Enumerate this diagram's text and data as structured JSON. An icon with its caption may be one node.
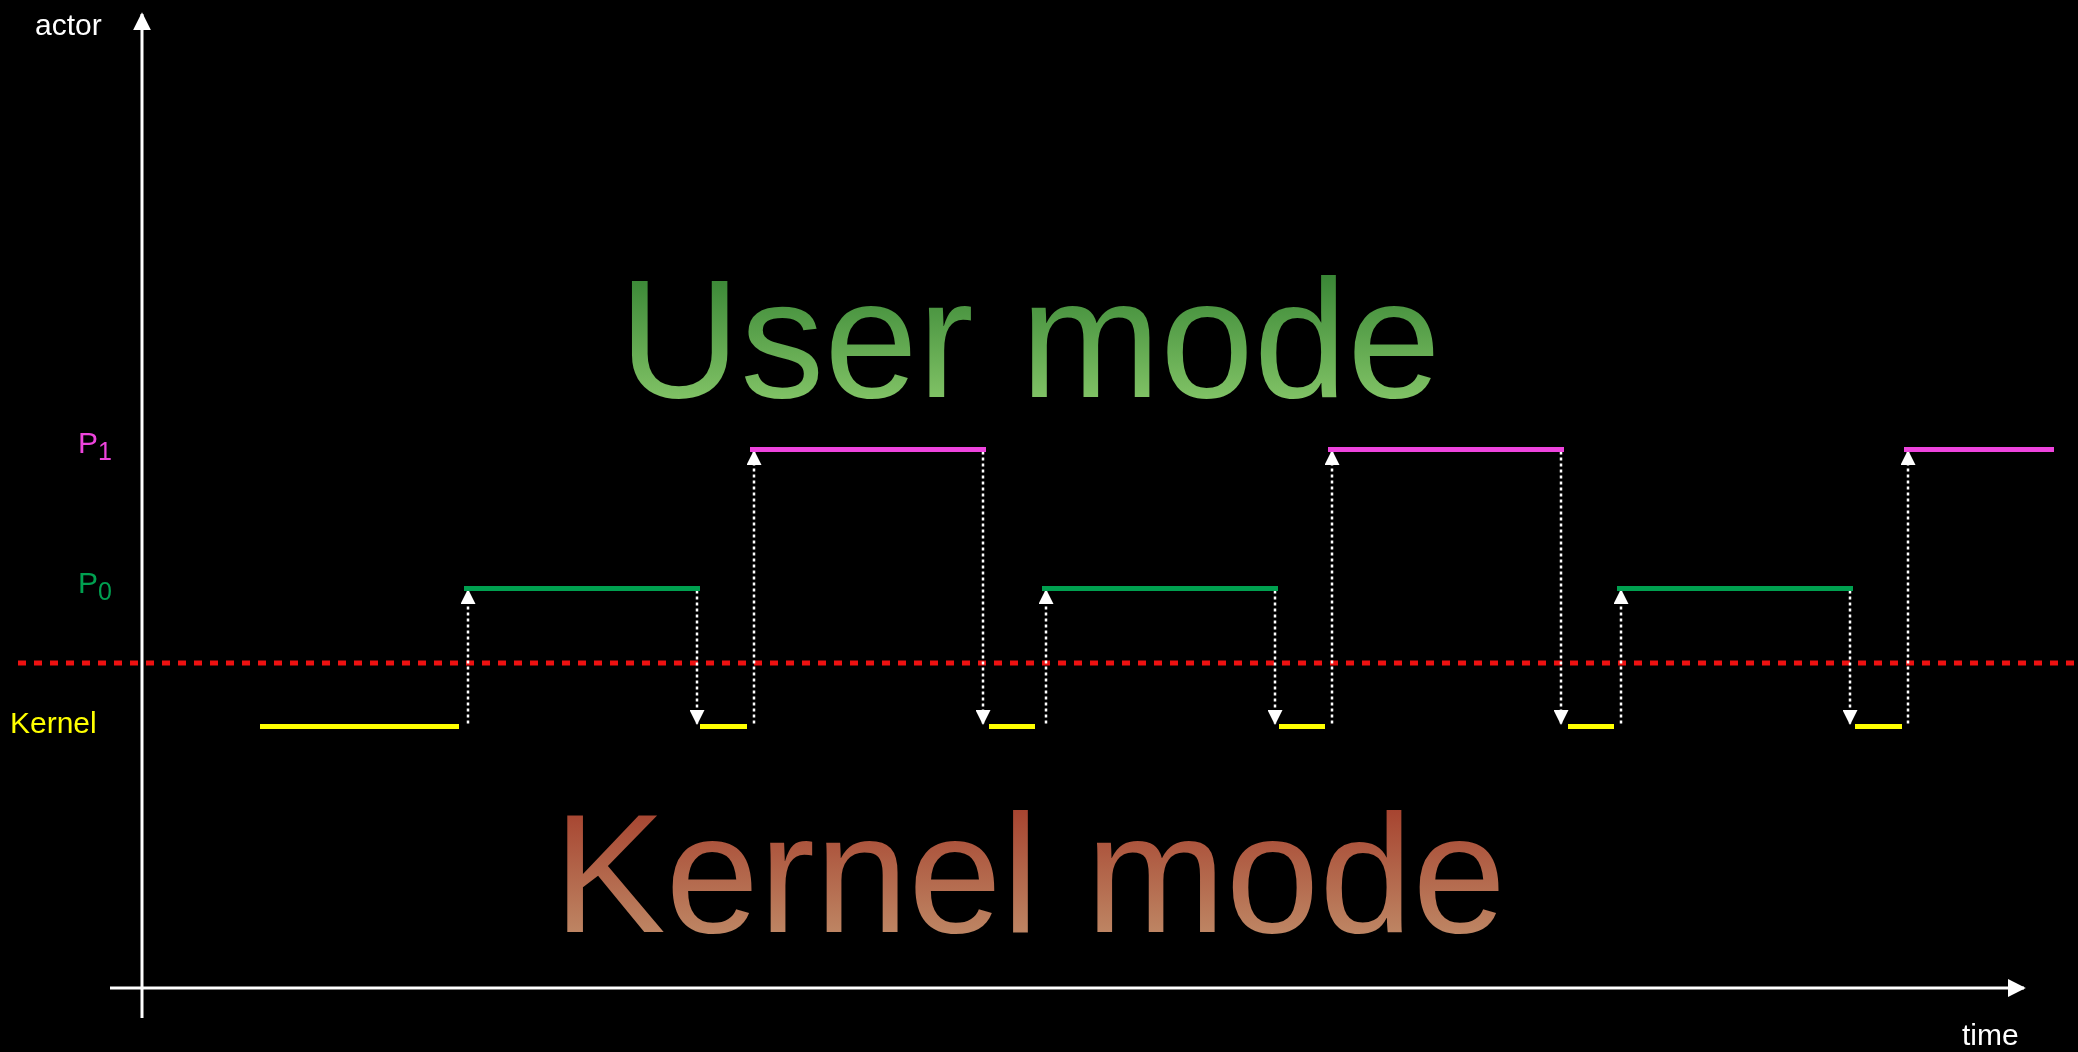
{
  "diagram": {
    "nodes": [
      {
        "text": [],
        "shape": "bar"
      },
      {
        "text": [],
        "shape": "bar"
      },
      {
        "text": [],
        "shape": "bar"
      },
      {
        "text": [],
        "shape": "bar"
      },
      {
        "text": [],
        "shape": "bar"
      },
      {
        "text": [],
        "shape": "bar"
      },
      {
        "text": [],
        "shape": "bar"
      },
      {
        "text": [],
        "shape": "bar"
      },
      {
        "text": [],
        "shape": "bar"
      },
      {
        "text": [],
        "shape": "bar"
      },
      {
        "text": [],
        "shape": "bar"
      },
      {
        "text": [],
        "shape": "bar"
      }
    ],
    "edges": [
      {
        "from": 0,
        "to": 1,
        "arrow": "to",
        "style": "dashed"
      },
      {
        "from": 1,
        "to": 2,
        "arrow": "to",
        "style": "dashed"
      },
      {
        "from": 2,
        "to": 3,
        "arrow": "to",
        "style": "dashed"
      },
      {
        "from": 3,
        "to": 4,
        "arrow": "to",
        "style": "dashed"
      },
      {
        "from": 4,
        "to": 5,
        "arrow": "to",
        "style": "dashed"
      },
      {
        "from": 5,
        "to": 6,
        "arrow": "to",
        "style": "dashed"
      },
      {
        "from": 6,
        "to": 7,
        "arrow": "to",
        "style": "dashed"
      },
      {
        "from": 7,
        "to": 8,
        "arrow": "to",
        "style": "dashed"
      },
      {
        "from": 8,
        "to": 9,
        "arrow": "to",
        "style": "dashed"
      },
      {
        "from": 9,
        "to": 10,
        "arrow": "to",
        "style": "dashed"
      },
      {
        "from": 10,
        "to": 11,
        "arrow": "to",
        "style": "dashed"
      }
    ],
    "labels": [
      "actor",
      "User mode",
      "P$_{1}$",
      "P$_{0}$",
      "Kernel",
      "Kernel mode",
      "time"
    ]
  }
}
